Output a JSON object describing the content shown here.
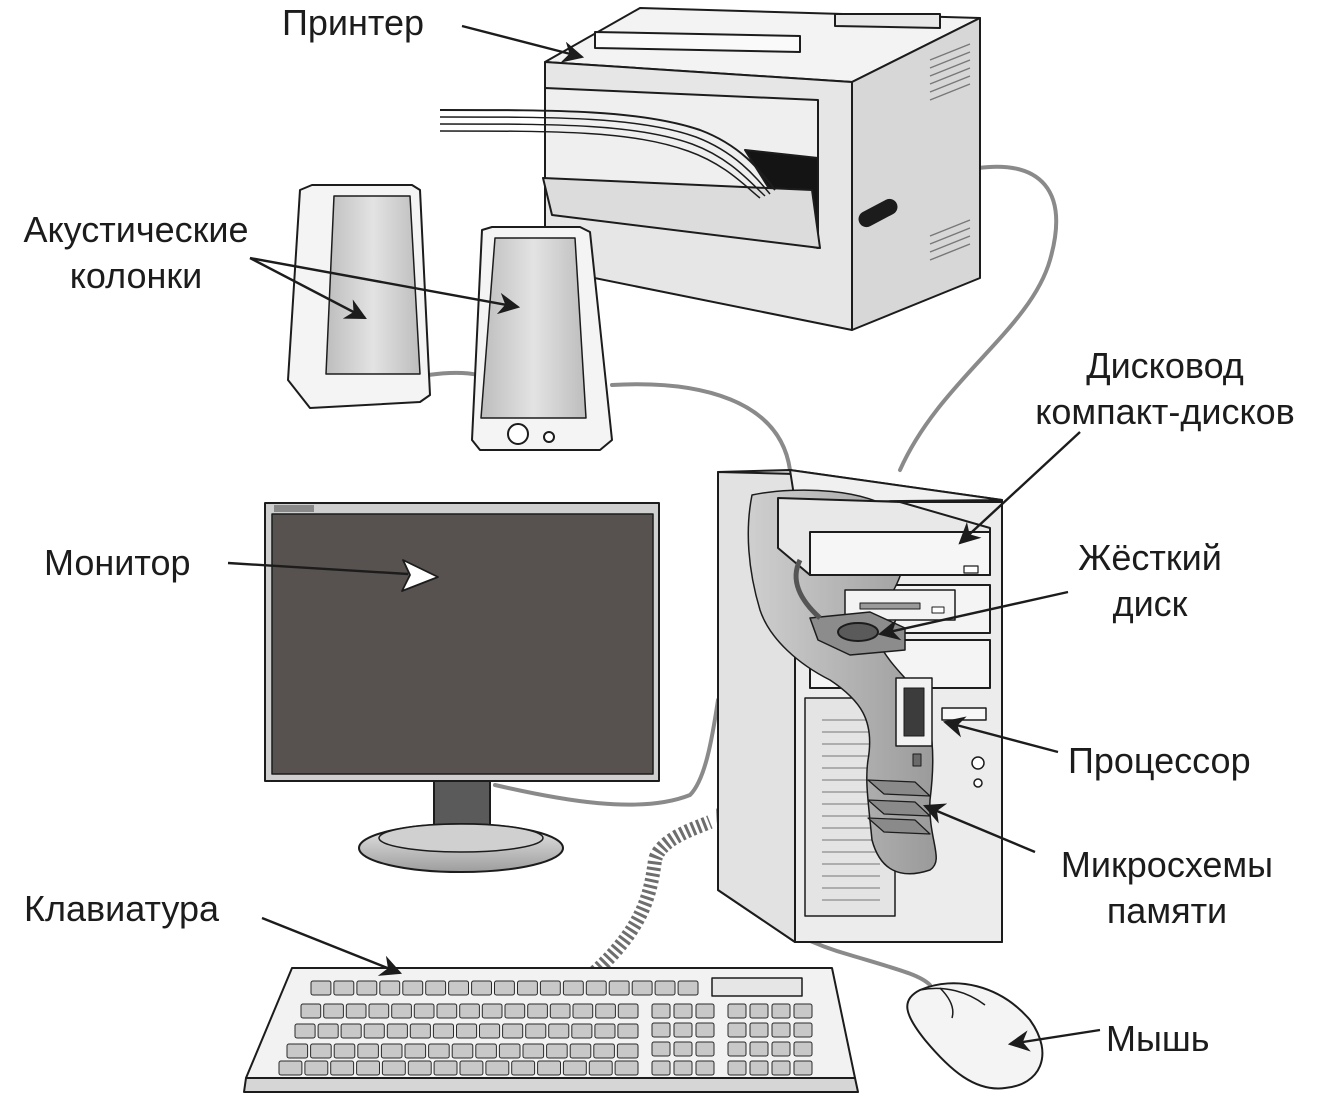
{
  "labels": {
    "printer": "Принтер",
    "speakers_line1": "Акустические",
    "speakers_line2": "колонки",
    "cd_drive_line1": "Дисковод",
    "cd_drive_line2": "компакт-дисков",
    "hdd_line1": "Жёсткий",
    "hdd_line2": "диск",
    "monitor": "Монитор",
    "cpu": "Процессор",
    "memory_line1": "Микросхемы",
    "memory_line2": "памяти",
    "keyboard": "Клавиатура",
    "mouse": "Мышь"
  },
  "colors": {
    "ink": "#1c1c1c",
    "screen": "#57524f",
    "body_light": "#f1f1f1",
    "body_mid": "#d9d9d9",
    "body_dark": "#b9b9b9",
    "pointer_white": "#ffffff"
  }
}
